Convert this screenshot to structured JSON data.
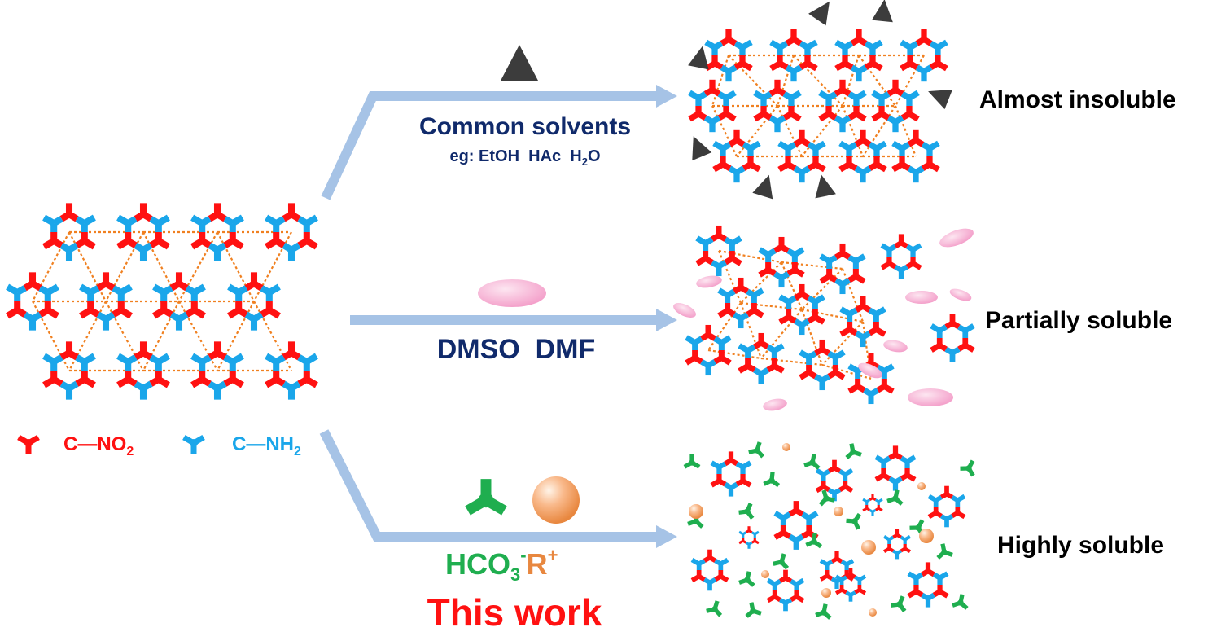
{
  "legend": {
    "nitro_text": "C—NO",
    "nitro_sub": "2",
    "amino_text": "C—NH",
    "amino_sub": "2",
    "nitro_icon": "red-tripod-icon",
    "amino_icon": "blue-tripod-icon"
  },
  "paths": [
    {
      "solvent": "Common solvents",
      "examples_prefix": "eg: EtOH  HAc  H",
      "examples_sub": "2",
      "examples_suffix": "O",
      "outcome": "Almost insoluble",
      "solvent_icon": "dark-triangle-icon"
    },
    {
      "solvent": "DMSO  DMF",
      "outcome": "Partially soluble",
      "solvent_icon": "pink-ellipse-icon"
    },
    {
      "solvent_a": "HCO",
      "solvent_a_sub": "3",
      "solvent_a_sup": "-",
      "solvent_b": "R",
      "solvent_b_sup": "+",
      "highlight": "This work",
      "outcome": "Highly soluble",
      "solvent_icons": [
        "green-tripod-icon",
        "orange-sphere-icon"
      ]
    }
  ],
  "colors": {
    "nitro": "#ff1111",
    "amino": "#1aa6ea",
    "arrow": "#a6c3e6",
    "navy": "#102a6b",
    "green": "#1fae4f",
    "orange": "#e8873f",
    "highlight": "#ff1111",
    "pink": "#f39cc8",
    "triangle": "#3c3c3c",
    "hbond": "#f08020"
  }
}
